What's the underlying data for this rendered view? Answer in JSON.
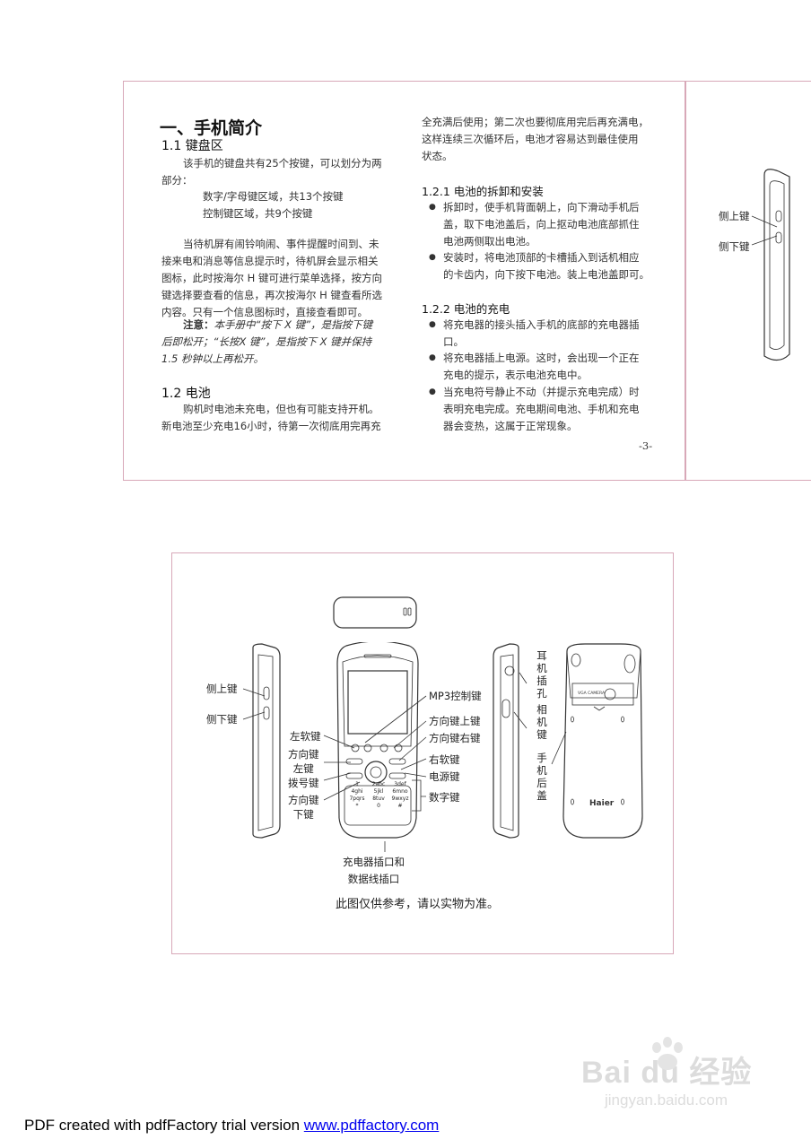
{
  "page": {
    "chapter_title": "一、手机简介",
    "s11_title": "1.1 键盘区",
    "s11_p1_l1": "该手机的键盘共有25个按键，可以划分为两",
    "s11_p1_l2": "部分：",
    "s11_item1": "数字/字母键区域，共13个按键",
    "s11_item2": "控制键区域，共9个按键",
    "s11_p2_l1": "当待机屏有闹铃响闹、事件提醒时间到、未",
    "s11_p2_l2": "接来电和消息等信息提示时，待机屏会显示相关",
    "s11_p2_l3": "图标，此时按海尔 H 键可进行菜单选择，按方向",
    "s11_p2_l4": "键选择要查看的信息，再次按海尔 H 键查看所选",
    "s11_p2_l5": "内容。只有一个信息图标时，直接查看即可。",
    "note_label": "注意：",
    "note_l1": "本手册中“按下 X 键”，是指按下键",
    "note_l2": "后即松开；“长按X 键”，是指按下 X 键并保持",
    "note_l3": "1.5 秒钟以上再松开。",
    "s12_title": "1.2 电池",
    "s12_p1_l1": "购机时电池未充电，但也有可能支持开机。",
    "s12_p1_l2": "新电池至少充电16小时，待第一次彻底用完再充",
    "r_p1_l1": "全充满后使用；第二次也要彻底用完后再充满电，",
    "r_p1_l2": "这样连续三次循环后，电池才容易达到最佳使用",
    "r_p1_l3": "状态。",
    "s121_title": "1.2.1 电池的拆卸和安装",
    "s121_b1_l1": "拆卸时，使手机背面朝上，向下滑动手机后",
    "s121_b1_l2": "盖，取下电池盖后，向上抠动电池底部抓住",
    "s121_b1_l3": "电池两侧取出电池。",
    "s121_b2_l1": "安装时，将电池顶部的卡槽插入到话机相应",
    "s121_b2_l2": "的卡齿内，向下按下电池。装上电池盖即可。",
    "s122_title": "1.2.2 电池的充电",
    "s122_b1_l1": "将充电器的接头插入手机的底部的充电器插",
    "s122_b1_l2": "口。",
    "s122_b2_l1": "将充电器插上电源。这时，会出现一个正在",
    "s122_b2_l2": "充电的提示，表示电池充电中。",
    "s122_b3_l1": "当充电符号静止不动（并提示充电完成）时",
    "s122_b3_l2": "表明充电完成。充电期间电池、手机和充电",
    "s122_b3_l3": "器会变热，这属于正常现象。",
    "page_number": "-3-",
    "side_up_key": "侧上键",
    "side_down_key": "侧下键"
  },
  "diagram": {
    "side_up_key": "侧上键",
    "side_down_key": "侧下键",
    "mp3_key": "MP3控制键",
    "left_soft_key": "左软键",
    "dir_left_key_l1": "方向键",
    "dir_left_key_l2": "左键",
    "dial_key": "拨号键",
    "dir_down_key_l1": "方向键",
    "dir_down_key_l2": "下键",
    "dir_up_key": "方向键上键",
    "dir_right_key": "方向键右键",
    "right_soft_key": "右软键",
    "power_key": "电源键",
    "number_keys": "数字键",
    "earphone_jack": "耳机插孔",
    "camera_key": "相机键",
    "back_cover": "手机后盖",
    "charger_port_l1": "充电器插口和",
    "charger_port_l2": "数据线插口",
    "disclaimer": "此图仅供参考，请以实物为准。",
    "camera_label": "VGA CAMERA",
    "brand_logo": "Haier",
    "keypad": [
      "1",
      "2abc",
      "3def",
      "4ghi",
      "5jkl",
      "6mno",
      "7pqrs",
      "8tuv",
      "9wxyz",
      "*",
      "0",
      "#"
    ]
  },
  "footer": {
    "prefix": "PDF created with pdfFactory trial version ",
    "link_text": "www.pdffactory.com"
  },
  "watermark": {
    "brand": "Bai du 经验",
    "url": "jingyan.baidu.com"
  }
}
